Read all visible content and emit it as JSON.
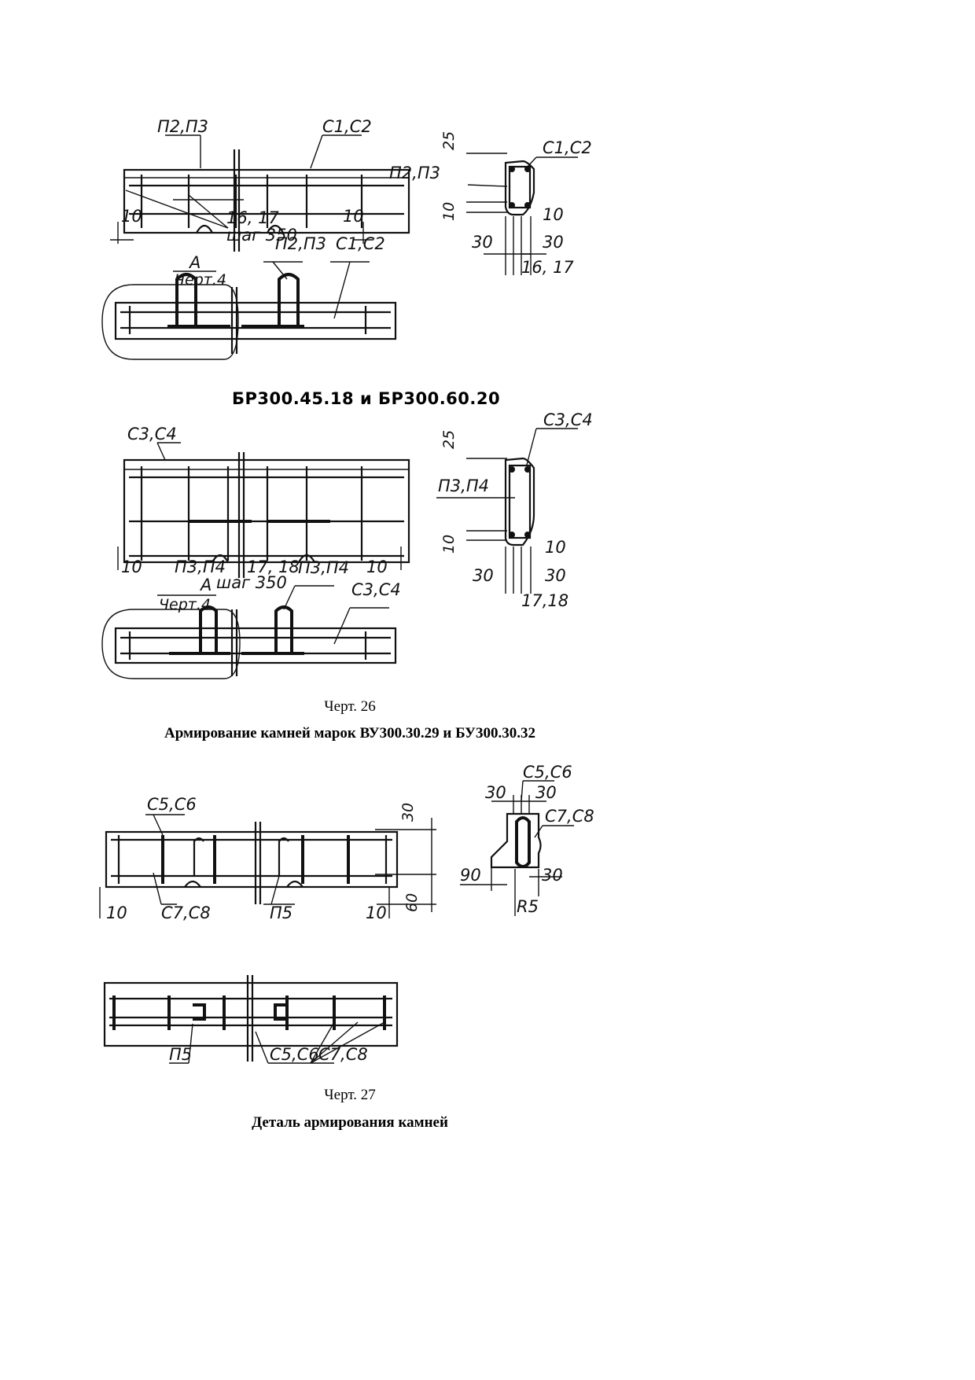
{
  "fig1_top": {
    "labels": {
      "p2p3": "П2,П3",
      "c1c2": "С1,С2",
      "dim10_left": "10",
      "bars_1617": "16, 17",
      "step": "шаг 350",
      "dim10_right": "10"
    },
    "section": {
      "dim25": "25",
      "c1c2": "С1,С2",
      "p2p3": "П2,П3",
      "dim10_left": "10",
      "dim10_right": "10",
      "dim30_left": "30",
      "dim30_right": "30",
      "bars_1617": "16, 17"
    },
    "plan": {
      "a_mark": "А",
      "cherts": "Черт.4",
      "p2p3": "П2,П3",
      "c1c2": "С1,С2"
    }
  },
  "subheading": "БР300.45.18 и БР300.60.20",
  "fig1_bottom": {
    "labels": {
      "c3c4": "С3,С4",
      "dim10_left": "10",
      "p3p4": "П3,П4",
      "bars_1718": "17, 18",
      "step": "шаг 350",
      "dim10_right": "10"
    },
    "section": {
      "dim25": "25",
      "c3c4": "С3,С4",
      "p3p4": "П3,П4",
      "dim10_left": "10",
      "dim10_right": "10",
      "dim30_left": "30",
      "dim30_right": "30",
      "bars_1718": "17,18"
    },
    "plan": {
      "a_mark": "А",
      "cherts": "Черт.4",
      "p3p4": "П3,П4",
      "c3c4": "С3,С4"
    }
  },
  "caption26": "Черт. 26",
  "title26": "Армирование камней марок ВУ300.30.29 и БУ300.30.32",
  "fig2": {
    "labels": {
      "c5c6": "С5,С6",
      "dim30": "30",
      "dim10_left": "10",
      "c7c8": "С7,С8",
      "p5": "П5",
      "dim10_right": "10",
      "dim60": "60"
    },
    "section": {
      "c5c6": "С5,С6",
      "dim30_left": "30",
      "dim30_right": "30",
      "c7c8": "С7,С8",
      "dim90": "90",
      "dim30_bottom": "30",
      "r5": "R5"
    },
    "plan": {
      "p5": "П5",
      "c5c6": "С5,С6",
      "c7c8": "С7,С8"
    }
  },
  "caption27": "Черт. 27",
  "title27": "Деталь армирования камней"
}
